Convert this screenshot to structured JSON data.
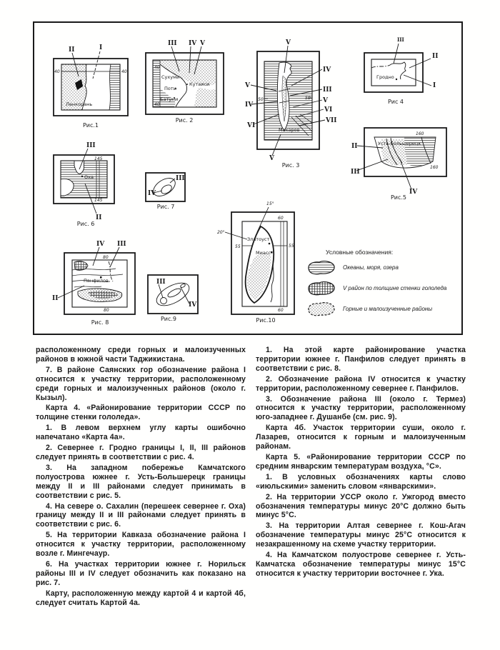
{
  "ink": "#1a1a1a",
  "paper": "#ffffff",
  "figures": {
    "fig1": {
      "caption": "Рис.1",
      "city": "Ленкорань",
      "coord_left": "40",
      "coord_right": "40",
      "pointer_labels": {
        "a": "II",
        "b": "I"
      }
    },
    "fig2": {
      "caption": "Рис. 2",
      "coord_top": "40",
      "coord_bottom": "40",
      "cities": {
        "a": "Сухуми",
        "b": "Поти",
        "c": "Батуми",
        "d": "Кутаиси"
      },
      "pointer_labels": {
        "a": "III",
        "b": "IV",
        "c": "V"
      }
    },
    "fig3": {
      "caption": "Рис. 3",
      "city": "Макаров",
      "coord_left": "50",
      "coord_right": "50",
      "pointer_labels": {
        "top": "V",
        "left_a": "V",
        "left_b": "IV",
        "left_c": "VI",
        "right_a": "IV",
        "right_b": "III",
        "right_c": "V",
        "right_d": "VI",
        "right_e": "VII",
        "bottom": "V"
      }
    },
    "fig4": {
      "caption": "Рис 4",
      "city": "Гродно",
      "pointer_labels": {
        "top": "III",
        "right_a": "II",
        "right_b": "I"
      }
    },
    "fig5": {
      "caption": "Рис.5",
      "city": "Усть-Большерецк",
      "coord_top": "160",
      "coord_right": "160",
      "pointer_labels": {
        "left": "II",
        "bottom_left": "III",
        "bottom": "IV"
      }
    },
    "fig6": {
      "caption": "Рис. 6",
      "city": "Оха",
      "coord_top": "145",
      "coord_bottom": "145",
      "pointer_labels": {
        "top": "III",
        "bottom": "II"
      }
    },
    "fig7": {
      "caption": "Рис. 7",
      "pointer_labels": {
        "right": "III",
        "left": "IV"
      }
    },
    "fig8": {
      "caption": "Рис. 8",
      "city": "Панфилов",
      "coord_top": "80",
      "coord_bottom": "80",
      "pointer_labels": {
        "top_a": "IV",
        "top_b": "III",
        "left": "II"
      }
    },
    "fig9": {
      "caption": "Рис.9",
      "pointer_labels": {
        "top": "III",
        "right": "IV"
      }
    },
    "fig10": {
      "caption": "Рис.10",
      "cities": {
        "a": "Златоуст",
        "b": "Миасс"
      },
      "meridian_a": "15°",
      "meridian_b": "20°",
      "parallel_left": "55",
      "parallel_right": "55",
      "coord_top": "60",
      "coord_bottom": "60"
    }
  },
  "legend": {
    "title": "Условные обозначения:",
    "items": [
      {
        "symbol": "horizontal-lines",
        "label": "Океаны, моря, озера"
      },
      {
        "symbol": "cross-hatch",
        "label": "V район по толщине стенки гололеда"
      },
      {
        "symbol": "dots",
        "label": "Горные и малоизученные районы"
      }
    ]
  },
  "columns": {
    "left": [
      {
        "flush": true,
        "text": "расположенному среди горных и малоизученных районов в южной части Таджикистана."
      },
      {
        "text": "7. В районе Саянских гор обозначение района I относится к участку территории, расположенному среди горных и малоизученных районов (около г. Кызыл)."
      },
      {
        "lead": "Карта 4.",
        "text": " «Районирование территории СССР по толщине стенки гололеда»."
      },
      {
        "text": "1. В левом верхнем углу карты ошибочно напечатано «Карта 4а»."
      },
      {
        "text": "2. Севернее г. Гродно границы I, II, III районов следует принять в соответствии с рис. 4."
      },
      {
        "text": "3. На западном побережье Камчатского полуострова южнее г. Усть-Большерецк границы между II и III районами следует принимать в соответствии с рис. 5."
      },
      {
        "text": "4. На севере о. Сахалин (перешеек севернее г. Оха) границу между II и III районами следует принять в соответствии с рис. 6."
      },
      {
        "text": "5. На территории Кавказа обозначение района I относится к участку территории, расположенному возле г. Мингечаур."
      },
      {
        "text": "6. На участках территории южнее г. Норильск районы III и IV следует обозначить как показано на рис. 7."
      },
      {
        "lead": "Карту,",
        "text": " расположенную между картой 4 и картой 4б, следует считать ",
        "tail": "Картой 4а."
      }
    ],
    "right": [
      {
        "text": "1. На этой карте районирование участка территории южнее г. Панфилов следует принять в соответствии с рис. 8."
      },
      {
        "text": "2. Обозначение района IV относится к участку территории, расположенному севернее г. Панфилов."
      },
      {
        "text": "3. Обозначение района III (около г. Термез) относится к участку территории, расположенному юго-западнее г. Душанбе (см. рис. 9)."
      },
      {
        "lead": "Карта 4б.",
        "text": " Участок территории суши, около г. Лазарев, относится к горным и малоизученным районам."
      },
      {
        "lead": "Карта 5.",
        "text": " «Районирование территории СССР по средним январским температурам воздуха, °С»."
      },
      {
        "text": "1. В условных обозначениях карты слово «июльскими» заменить словом «январскими»."
      },
      {
        "text": "2. На территории УССР около г. Ужгород вместо обозначения температуры минус 20°С должно быть минус 5°С."
      },
      {
        "text": "3. На территории Алтая севернее г. Кош-Агач обозначение температуры минус 25°С относится к незакрашенному на схеме участку территории."
      },
      {
        "text": "4. На Камчатском полуострове севернее г. Усть-Камчатска обозначение температуры минус 15°С относится к участку территории восточнее г. Ука."
      }
    ]
  }
}
